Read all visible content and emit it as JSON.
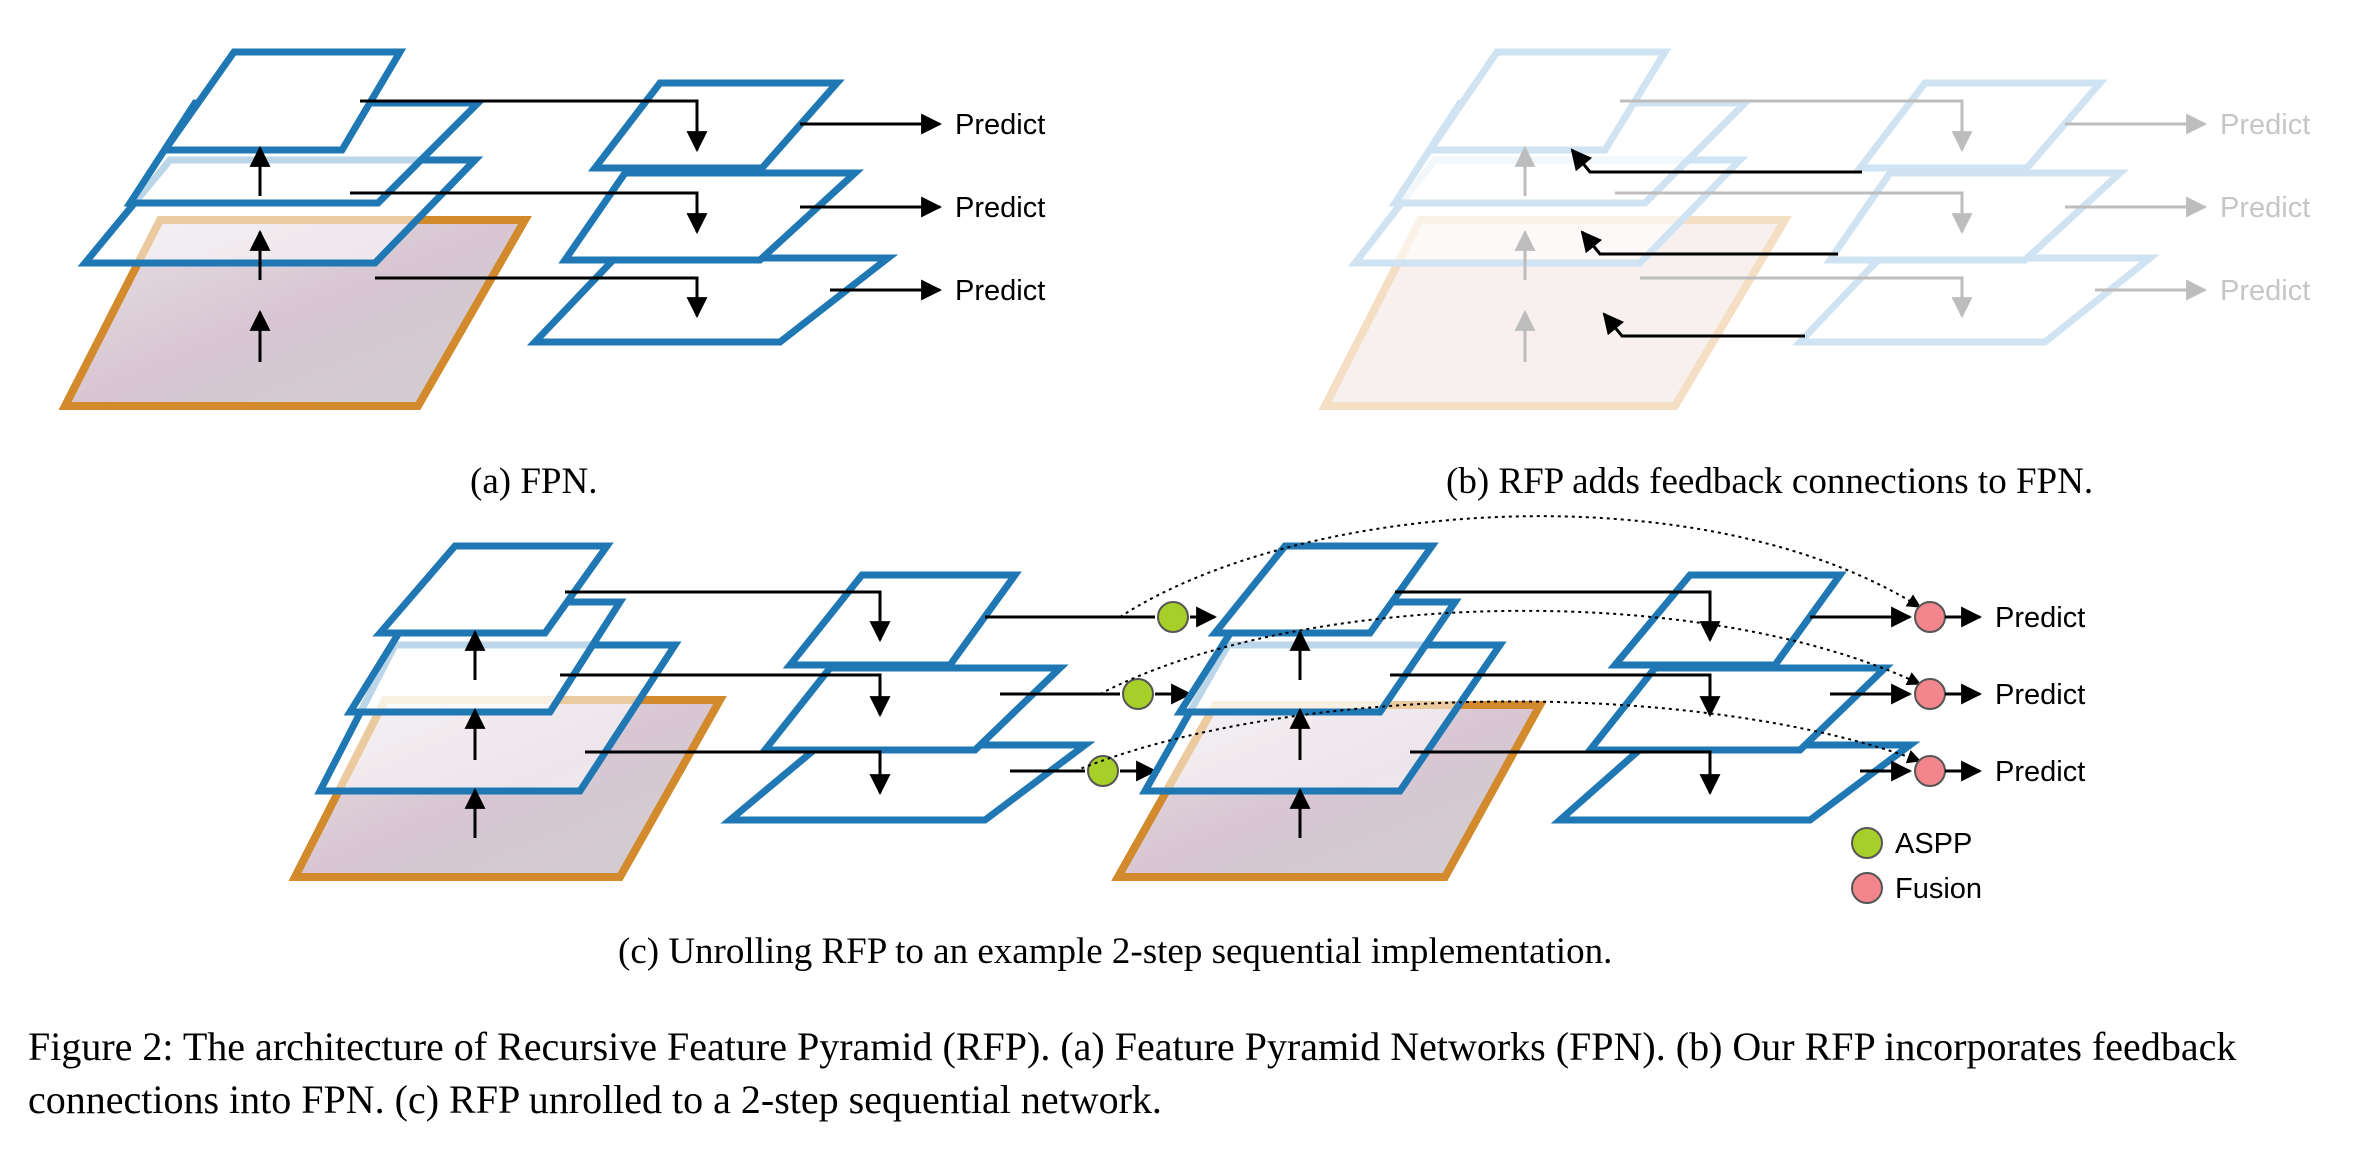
{
  "colors": {
    "plane": "#1f77b4",
    "plane_faded": "#cfe3f2",
    "image_border": "#d28a2c",
    "image_border_faded": "#f5dfc4",
    "arrow": "#000000",
    "arrow_faded": "#bdbdbd",
    "aspp": "#a6cf2a",
    "fusion": "#f2868c"
  },
  "icons": [
    "arrow-icon",
    "aspp-node-icon",
    "fusion-node-icon",
    "image-thumbnail"
  ],
  "panel_a": {
    "predict_labels": [
      "Predict",
      "Predict",
      "Predict"
    ],
    "caption": "(a) FPN."
  },
  "panel_b": {
    "predict_labels": [
      "Predict",
      "Predict",
      "Predict"
    ],
    "caption": "(b) RFP adds feedback connections to FPN."
  },
  "panel_c": {
    "predict_labels": [
      "Predict",
      "Predict",
      "Predict"
    ],
    "legend": {
      "aspp": "ASPP",
      "fusion": "Fusion"
    },
    "caption": "(c) Unrolling RFP to an example 2-step sequential implementation."
  },
  "figure_caption": "Figure 2: The architecture of Recursive Feature Pyramid (RFP). (a) Feature Pyramid Networks (FPN). (b) Our RFP incorporates feedback connections into FPN. (c) RFP unrolled to a 2-step sequential network."
}
